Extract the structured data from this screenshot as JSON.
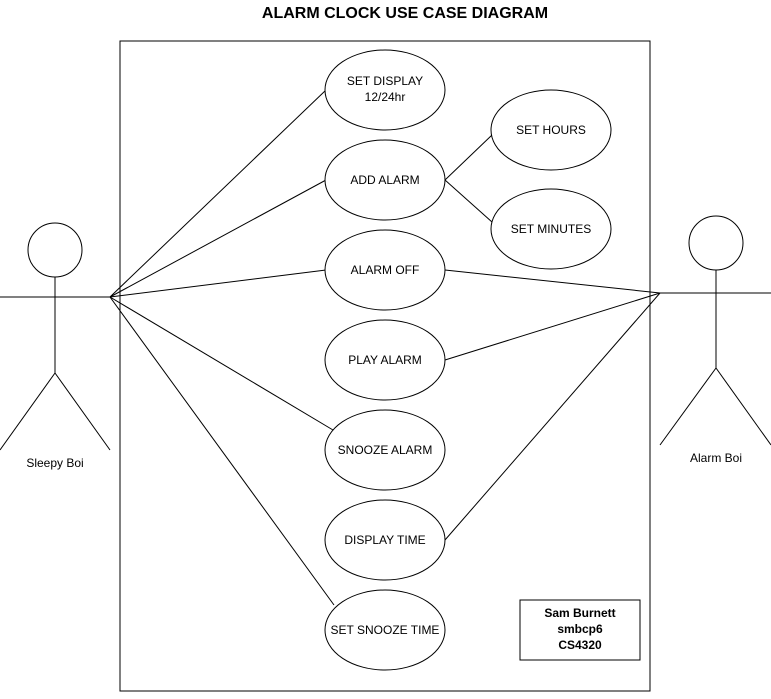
{
  "title": "ALARM CLOCK USE CASE DIAGRAM",
  "actors": {
    "left": {
      "name": "Sleepy Boi"
    },
    "right": {
      "name": "Alarm Boi"
    }
  },
  "use_cases": {
    "set_display": {
      "line1": "SET DISPLAY",
      "line2": "12/24hr"
    },
    "add_alarm": {
      "label": "ADD ALARM"
    },
    "set_hours": {
      "label": "SET HOURS"
    },
    "set_minutes": {
      "label": "SET MINUTES"
    },
    "alarm_off": {
      "label": "ALARM OFF"
    },
    "play_alarm": {
      "label": "PLAY ALARM"
    },
    "snooze_alarm": {
      "label": "SNOOZE ALARM"
    },
    "display_time": {
      "label": "DISPLAY TIME"
    },
    "set_snooze_time": {
      "label": "SET SNOOZE TIME"
    }
  },
  "author_box": {
    "name": "Sam Burnett",
    "id": "smbcp6",
    "course": "CS4320"
  },
  "colors": {
    "stroke": "#000000",
    "background": "#ffffff"
  }
}
